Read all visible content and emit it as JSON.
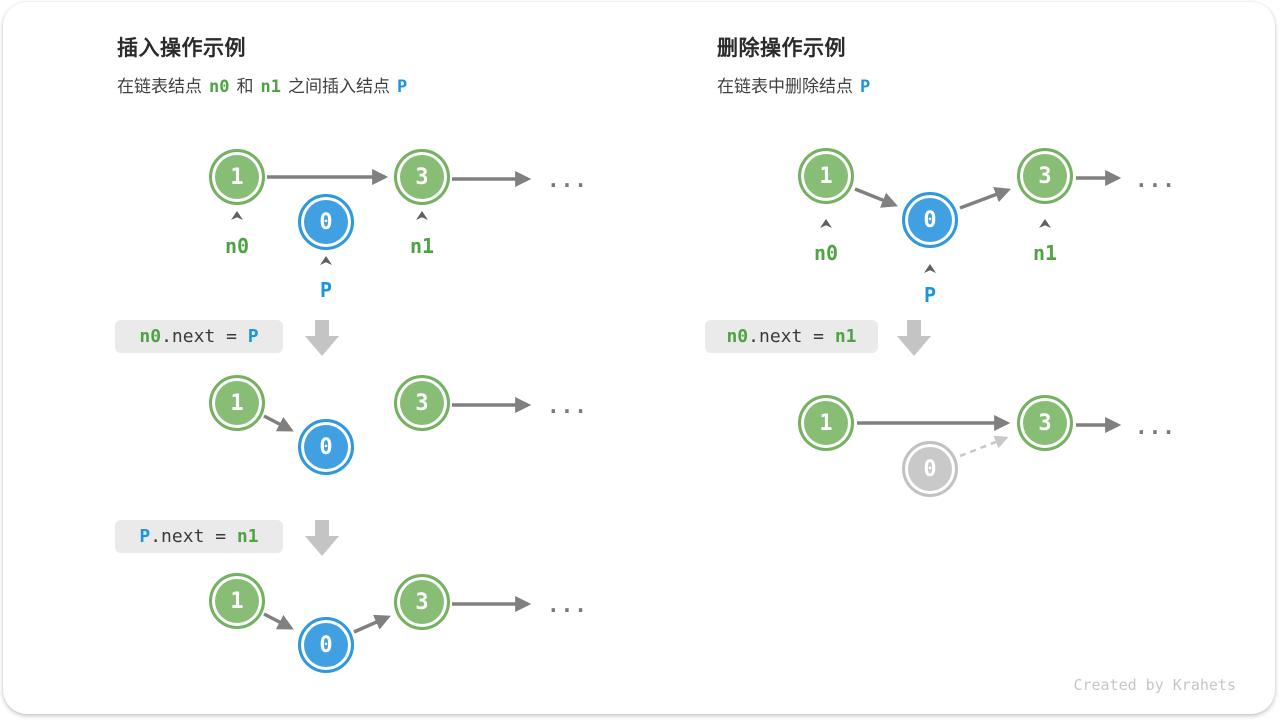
{
  "left_panel": {
    "title": "插入操作示例",
    "subtitle": {
      "t1": "在链表结点",
      "n0": "n0",
      "t2": "和",
      "n1": "n1",
      "t3": "之间插入结点",
      "p": "P"
    },
    "diagram1": {
      "node1": "1",
      "nodeP": "0",
      "node3": "3",
      "label_n0": "n0",
      "label_p": "P",
      "label_n1": "n1",
      "ellipsis": "..."
    },
    "code1": {
      "lhs": "n0",
      "mid": ".next = ",
      "rhs": "P"
    },
    "diagram2": {
      "node1": "1",
      "nodeP": "0",
      "node3": "3",
      "ellipsis": "..."
    },
    "code2": {
      "lhs": "P",
      "mid": ".next = ",
      "rhs": "n1"
    },
    "diagram3": {
      "node1": "1",
      "nodeP": "0",
      "node3": "3",
      "ellipsis": "..."
    }
  },
  "right_panel": {
    "title": "删除操作示例",
    "subtitle": {
      "t1": "在链表中删除结点",
      "p": "P"
    },
    "diagram1": {
      "node1": "1",
      "nodeP": "0",
      "node3": "3",
      "label_n0": "n0",
      "label_p": "P",
      "label_n1": "n1",
      "ellipsis": "..."
    },
    "code1": {
      "lhs": "n0",
      "mid": ".next = ",
      "rhs": "n1"
    },
    "diagram2": {
      "node1": "1",
      "nodeP": "0",
      "node3": "3",
      "ellipsis": "..."
    }
  },
  "footer": {
    "credit": "Created by Krahets"
  },
  "colors": {
    "node_green": "#87BD75",
    "node_blue": "#41A0E2",
    "node_gray": "#C9C9C9",
    "text_green": "#4FA345",
    "text_blue": "#1B95E0",
    "arrow_gray": "#808080",
    "arrow_light": "#C8C8C8",
    "chip_bg": "#EAEAEA"
  }
}
